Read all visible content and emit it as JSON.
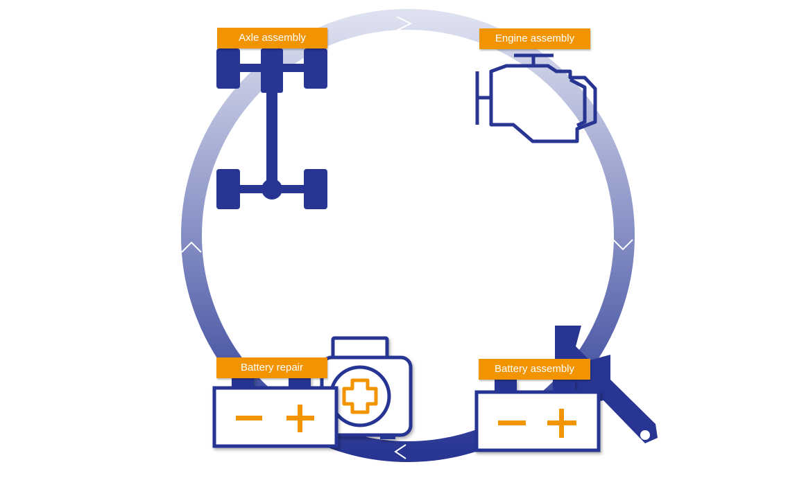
{
  "colors": {
    "primary_blue": "#283593",
    "light_blue": "#c8cde4",
    "accent_orange": "#f29400",
    "label_text": "#ffffff"
  },
  "steps": [
    {
      "label": "Axle assembly",
      "icon": "axle-icon"
    },
    {
      "label": "Engine assembly",
      "icon": "engine-icon"
    },
    {
      "label": "Battery assembly",
      "icon": "battery-wrench-icon"
    },
    {
      "label": "Battery repair",
      "icon": "battery-first-aid-icon"
    }
  ],
  "cycle": {
    "direction": "clockwise",
    "arrow_count": 4
  }
}
